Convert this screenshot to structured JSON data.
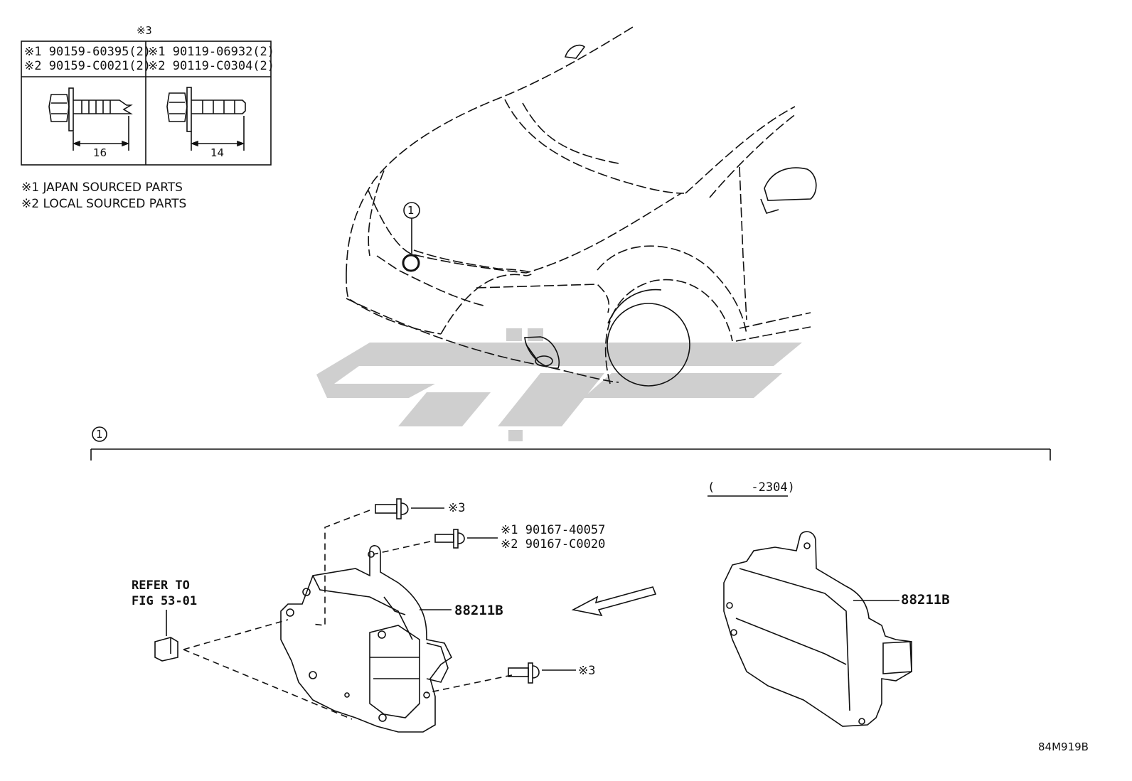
{
  "fastener_table": {
    "header": "※3",
    "cells": [
      {
        "line1": "※1 90159-60395(2)",
        "line2": "※2 90159-C0021(2)",
        "dimension": "16"
      },
      {
        "line1": "※1 90119-06932(2)",
        "line2": "※2 90119-C0304(2)",
        "dimension": "14"
      }
    ]
  },
  "notes": [
    "※1 JAPAN SOURCED PARTS",
    "※2 LOCAL SOURCED PARTS"
  ],
  "callouts": {
    "car_ref": "1",
    "section_ref": "1"
  },
  "labels": {
    "screw_top": "※3",
    "screw_mid_line1": "※1 90167-40057",
    "screw_mid_line2": "※2 90167-C0020",
    "screw_bottom": "※3",
    "refer_line1": "REFER TO",
    "refer_line2": "FIG 53-01",
    "part_left": "88211B",
    "part_right": "88211B",
    "date_range": "(     -2304)",
    "figure_code": "84M919B"
  },
  "colors": {
    "line": "#111111",
    "watermark": "#cfcfcf"
  }
}
